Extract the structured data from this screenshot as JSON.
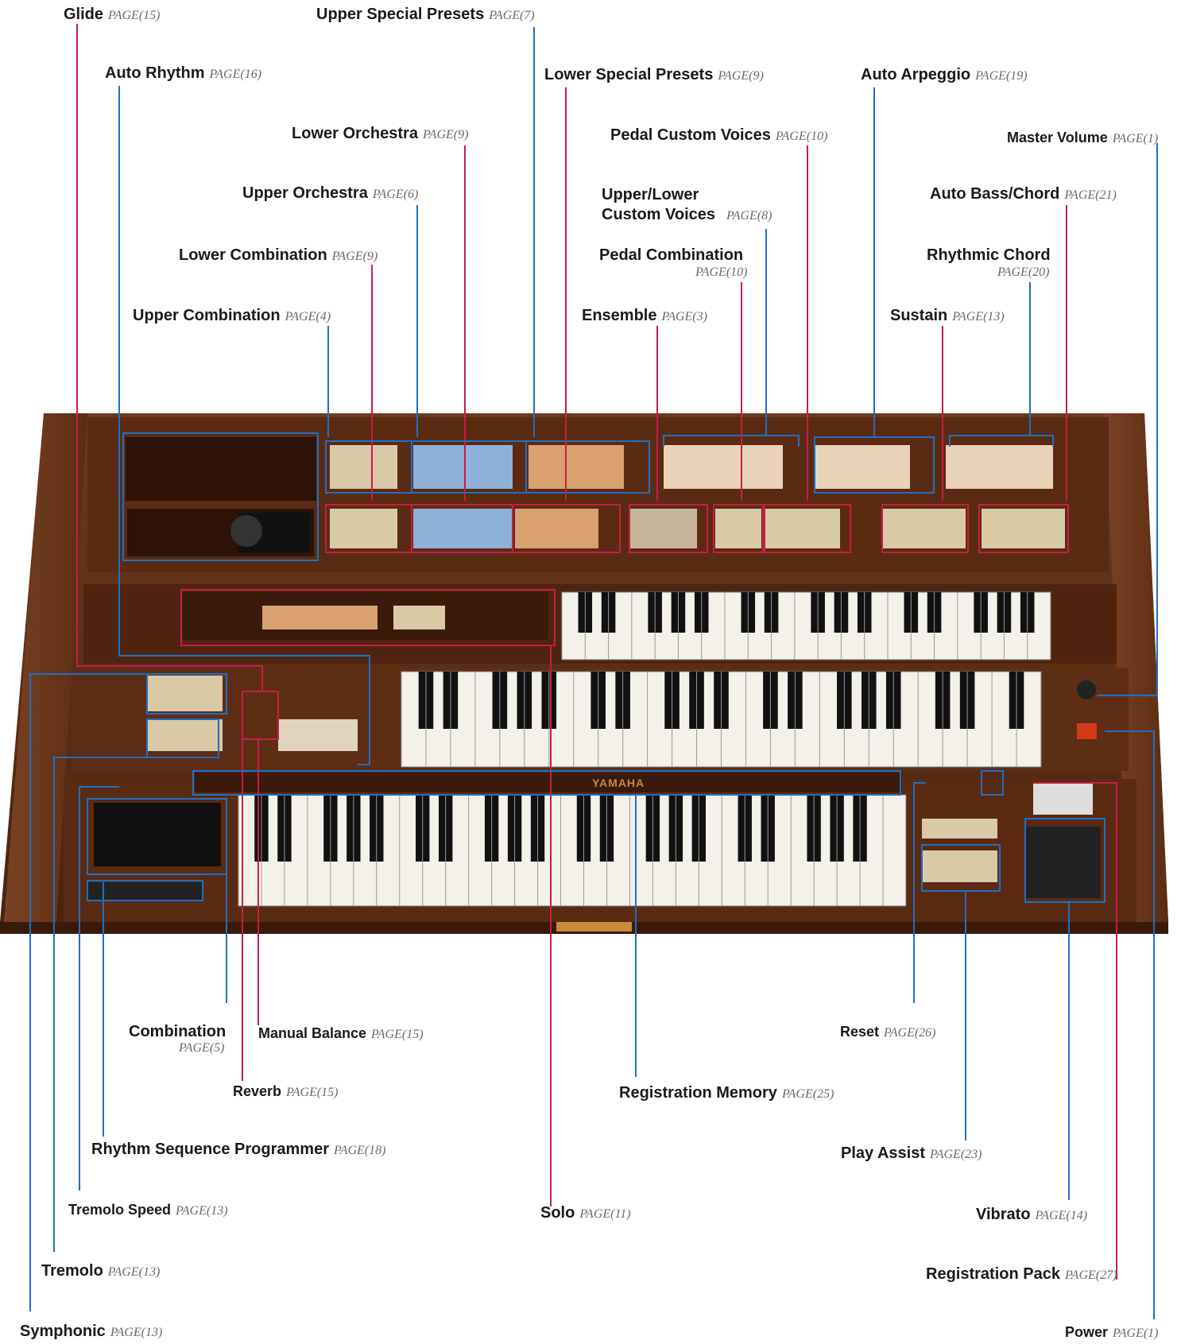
{
  "labels": {
    "glide": {
      "name": "Glide",
      "page": "PAGE(15)"
    },
    "upper_special_presets": {
      "name": "Upper Special Presets",
      "page": "PAGE(7)"
    },
    "auto_rhythm": {
      "name": "Auto Rhythm",
      "page": "PAGE(16)"
    },
    "lower_special_presets": {
      "name": "Lower Special Presets",
      "page": "PAGE(9)"
    },
    "auto_arpeggio": {
      "name": "Auto Arpeggio",
      "page": "PAGE(19)"
    },
    "lower_orchestra": {
      "name": "Lower Orchestra",
      "page": "PAGE(9)"
    },
    "pedal_custom_voices": {
      "name": "Pedal Custom Voices",
      "page": "PAGE(10)"
    },
    "master_volume": {
      "name": "Master Volume",
      "page": "PAGE(1)"
    },
    "upper_orchestra": {
      "name": "Upper Orchestra",
      "page": "PAGE(6)"
    },
    "upper_lower_custom_voices": {
      "line1": "Upper/Lower",
      "line2": "Custom Voices",
      "page": "PAGE(8)"
    },
    "auto_bass_chord": {
      "name": "Auto Bass/Chord",
      "page": "PAGE(21)"
    },
    "lower_combination": {
      "name": "Lower Combination",
      "page": "PAGE(9)"
    },
    "pedal_combination": {
      "name": "Pedal Combination",
      "page": "PAGE(10)"
    },
    "rhythmic_chord": {
      "name": "Rhythmic Chord",
      "page": "PAGE(20)"
    },
    "upper_combination": {
      "name": "Upper Combination",
      "page": "PAGE(4)"
    },
    "ensemble": {
      "name": "Ensemble",
      "page": "PAGE(3)"
    },
    "sustain": {
      "name": "Sustain",
      "page": "PAGE(13)"
    },
    "combination": {
      "name": "Combination",
      "page": "PAGE(5)"
    },
    "manual_balance": {
      "name": "Manual Balance",
      "page": "PAGE(15)"
    },
    "reset": {
      "name": "Reset",
      "page": "PAGE(26)"
    },
    "reverb": {
      "name": "Reverb",
      "page": "PAGE(15)"
    },
    "registration_memory": {
      "name": "Registration Memory",
      "page": "PAGE(25)"
    },
    "rhythm_sequence_programmer": {
      "name": "Rhythm Sequence Programmer",
      "page": "PAGE(18)"
    },
    "play_assist": {
      "name": "Play Assist",
      "page": "PAGE(23)"
    },
    "tremolo_speed": {
      "name": "Tremolo Speed",
      "page": "PAGE(13)"
    },
    "solo": {
      "name": "Solo",
      "page": "PAGE(11)"
    },
    "vibrato": {
      "name": "Vibrato",
      "page": "PAGE(14)"
    },
    "tremolo": {
      "name": "Tremolo",
      "page": "PAGE(13)"
    },
    "registration_pack": {
      "name": "Registration Pack",
      "page": "PAGE(27)"
    },
    "symphonic": {
      "name": "Symphonic",
      "page": "PAGE(13)"
    },
    "power": {
      "name": "Power",
      "page": "PAGE(1)"
    }
  },
  "organ": {
    "brand": "YAMAHA"
  },
  "colors": {
    "red_leader": "#c81c4a",
    "blue_leader": "#1f6fc4",
    "wood": "#5a2e16",
    "wood_dark": "#3a1a0a",
    "panel": "#4a2210"
  }
}
